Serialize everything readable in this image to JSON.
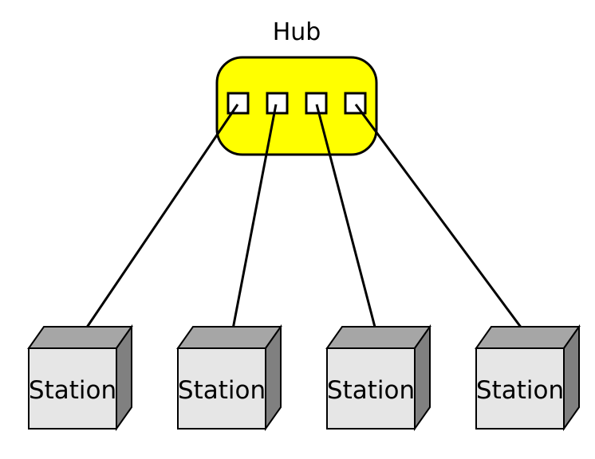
{
  "hub": {
    "label": "Hub",
    "fill_color": "#ffff00",
    "port_count": 4
  },
  "stations": [
    {
      "label": "Station"
    },
    {
      "label": "Station"
    },
    {
      "label": "Station"
    },
    {
      "label": "Station"
    }
  ],
  "colors": {
    "station_front": "#e6e6e6",
    "station_top": "#a6a6a6",
    "station_side": "#808080",
    "line": "#000000"
  }
}
